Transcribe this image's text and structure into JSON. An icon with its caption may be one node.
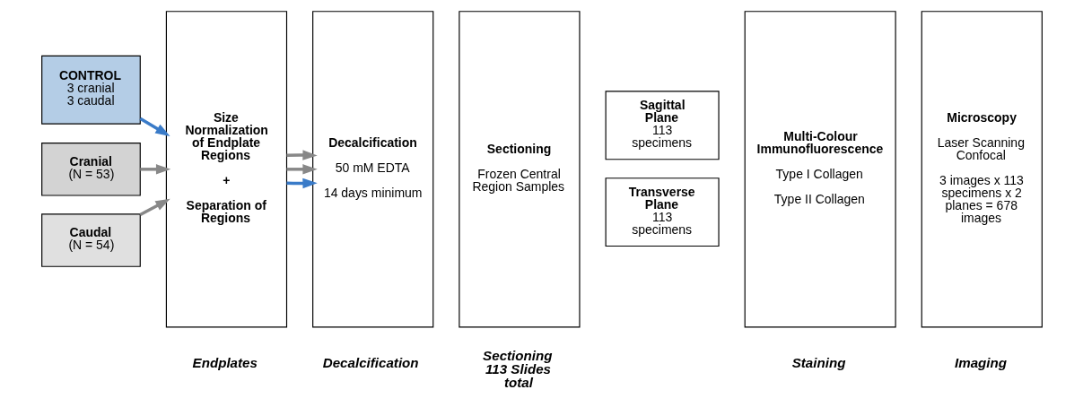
{
  "diagram": {
    "nodes": [
      {
        "text": [
          "CONTROL",
          "3 cranial 3 caudal"
        ]
      },
      {
        "text": [
          "Cranial",
          "(N = 53)"
        ]
      },
      {
        "text": [
          "Caudal",
          "(N = 54)"
        ]
      },
      {
        "text": [
          "Size Normalization of Endplate Regions",
          "+",
          "Separation of Regions"
        ]
      },
      {
        "text": [
          "Decalcification",
          "50 mM EDTA",
          "14 days minimum"
        ]
      },
      {
        "text": [
          "Sectioning",
          "Frozen Central Region Samples"
        ]
      },
      {
        "text": [
          "Sagittal Plane",
          "113 specimens"
        ]
      },
      {
        "text": [
          "Transverse Plane",
          "113 specimens"
        ]
      },
      {
        "text": [
          "Multi-Colour Immunofluorescence",
          "Type I Collagen",
          "Type II Collagen"
        ]
      },
      {
        "text": [
          "Microscopy",
          "Laser Scanning Confocal",
          "3 images x 113 specimens x 2 planes = 678 images"
        ]
      }
    ],
    "edges": [
      {
        "from": 0,
        "to": 3,
        "arrow": "to",
        "color": "#3a7bc8"
      },
      {
        "from": 1,
        "to": 3,
        "arrow": "to"
      },
      {
        "from": 2,
        "to": 3,
        "arrow": "to"
      },
      {
        "from": 3,
        "to": 4,
        "arrow": "to",
        "color": "#3a7bc8"
      },
      {
        "from": 3,
        "to": 4,
        "arrow": "to"
      },
      {
        "from": 3,
        "to": 4,
        "arrow": "to"
      }
    ],
    "labels": [
      "Endplates",
      "Decalcification",
      "Sectioning 113 Slides total",
      "Staining",
      "Imaging"
    ]
  }
}
